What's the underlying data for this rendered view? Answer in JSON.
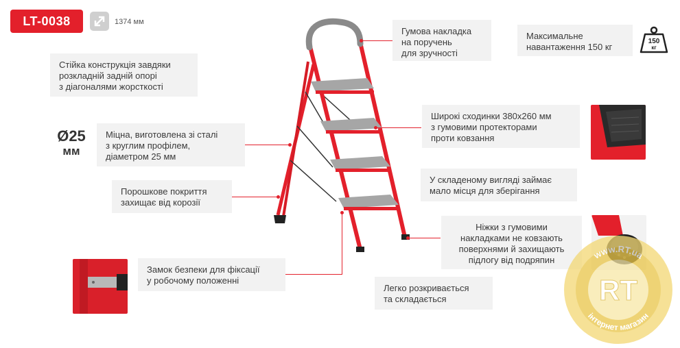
{
  "product": {
    "code": "LT-0038",
    "height": "1374 мм",
    "diameter_value": "Ø25",
    "diameter_unit": "мм",
    "max_load_badge_value": "150",
    "max_load_badge_unit": "кг"
  },
  "features": {
    "handrail": [
      "Гумова накладка",
      "на поручень",
      "для зручності"
    ],
    "max_load": [
      "Максимальне",
      "навантаження 150 кг"
    ],
    "stability": [
      "Стійка конструкція завдяки",
      "розкладній задній опорі",
      "з діагоналями жорсткості"
    ],
    "steps": [
      "Широкі сходинки 380х260 мм",
      "з гумовими протекторами",
      "проти ковзання"
    ],
    "steel": [
      "Міцна, виготовлена зі сталі",
      "з круглим профілем,",
      "діаметром 25 мм"
    ],
    "storage": [
      "У складеному вигляді займає",
      "мало місця для зберігання"
    ],
    "coating": [
      "Порошкове покриття",
      "захищає від корозії"
    ],
    "feet": [
      "Ніжки з гумовими",
      "накладками не ковзають",
      "поверхнями й захищають",
      "підлогу від подряпин"
    ],
    "lock": [
      "Замок безпеки для фіксації",
      "у робочому положенні"
    ],
    "folding": [
      "Легко розкривається",
      "та складається"
    ]
  },
  "watermark": {
    "logo_letters": "RT",
    "top_text": "www.RT.ua",
    "bottom_text": "інтернет магазин"
  },
  "colors": {
    "accent": "#e3202b",
    "box_bg": "#f2f2f2",
    "step_gray": "#8d8d8d",
    "watermark_gold": "#e9c548"
  },
  "icons": [
    "resize-diagonal-icon",
    "weight-icon"
  ]
}
